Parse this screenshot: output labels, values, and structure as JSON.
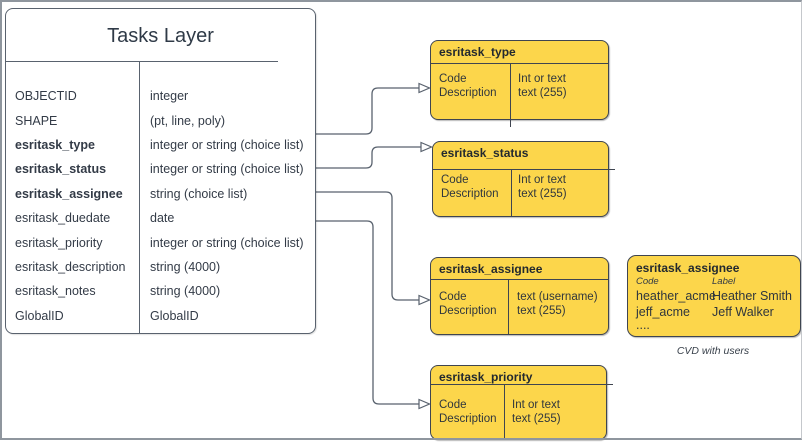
{
  "colors": {
    "accent_yellow": "#fcd64b",
    "line_gray": "#59626e",
    "box_border": "#3f4550"
  },
  "main_table": {
    "title": "Tasks Layer",
    "fields": [
      {
        "name": "OBJECTID",
        "type": "integer"
      },
      {
        "name": "SHAPE",
        "type": "(pt, line, poly)"
      },
      {
        "name": "esritask_type",
        "type": "integer or string (choice list)"
      },
      {
        "name": "esritask_status",
        "type": "integer or string (choice list)"
      },
      {
        "name": "esritask_assignee",
        "type": "string (choice list)"
      },
      {
        "name": "esritask_duedate",
        "type": "date"
      },
      {
        "name": "esritask_priority",
        "type": "integer or string (choice list)"
      },
      {
        "name": "esritask_description",
        "type": "string (4000)"
      },
      {
        "name": "esritask_notes",
        "type": "string (4000)"
      },
      {
        "name": "GlobalID",
        "type": "GlobalID"
      }
    ]
  },
  "choice_boxes": [
    {
      "title": "esritask_type",
      "left": [
        "Code",
        "Description"
      ],
      "right": [
        "Int or text",
        "text (255)"
      ]
    },
    {
      "title": "esritask_status",
      "left": [
        "Code",
        "Description"
      ],
      "right": [
        "Int or text",
        "text (255)"
      ]
    },
    {
      "title": "esritask_assignee",
      "left": [
        "Code",
        "Description"
      ],
      "right": [
        "text (username)",
        "text (255)"
      ]
    },
    {
      "title": "esritask_priority",
      "left": [
        "Code",
        "Description"
      ],
      "right": [
        "Int or text",
        "text (255)"
      ]
    }
  ],
  "cvd_box": {
    "title": "esritask_assignee",
    "columns": [
      "Code",
      "Label"
    ],
    "rows": [
      {
        "code": "heather_acme",
        "label": "Heather Smith"
      },
      {
        "code": "jeff_acme",
        "label": "Jeff Walker"
      }
    ],
    "ellipsis": "....",
    "caption": "CVD with users"
  }
}
